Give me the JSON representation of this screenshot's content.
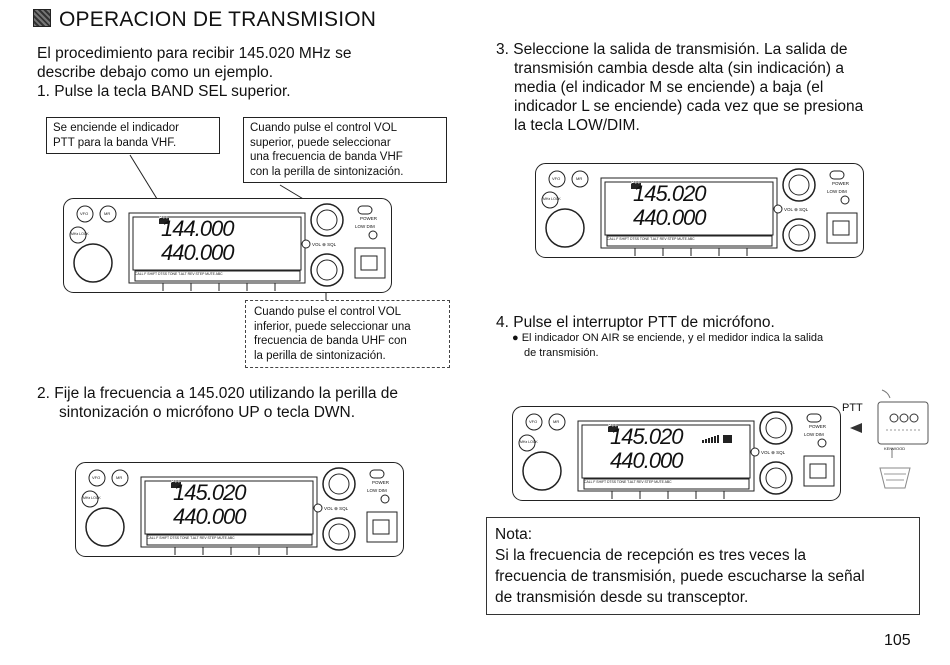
{
  "title": "OPERACION DE TRANSMISION",
  "intro": [
    "El procedimiento para recibir 145.020 MHz se",
    "describe debajo como un ejemplo."
  ],
  "step1": "1.  Pulse la tecla BAND SEL superior.",
  "callout_vhf_indicator": [
    "Se enciende el indicador",
    "PTT para la banda VHF."
  ],
  "callout_vol_upper": [
    "Cuando pulse el control VOL",
    "superior, puede seleccionar",
    "una frecuencia de banda VHF",
    "con la perilla de sintonización."
  ],
  "callout_vol_lower": [
    "Cuando pulse el control VOL",
    "inferior, puede seleccionar una",
    "frecuencia de banda UHF con",
    "la perilla de sintonización."
  ],
  "step2": [
    "2.  Fije la frecuencia a 145.020 utilizando la perilla de",
    "sintonización o micrófono UP o tecla DWN."
  ],
  "step3": [
    "3.  Seleccione la salida de transmisión. La salida de",
    "transmisión cambia desde alta (sin indicación) a",
    "media (el indicador M se enciende) a baja (el",
    "indicador L se enciende) cada vez que se presiona",
    "la tecla LOW/DIM."
  ],
  "step4": "4.  Pulse el interruptor PTT de micrófono.",
  "step4_note": [
    "El indicador ON AIR se enciende, y el medidor indica la salida",
    "de transmisión."
  ],
  "nota": {
    "heading": "Nota:",
    "lines": [
      "Si la frecuencia de recepción es tres veces la",
      "frecuencia de transmisión, puede escucharse la señal",
      "de transmisión desde su transceptor."
    ]
  },
  "page_number": "105",
  "radio": {
    "ptt_badge": "PTT",
    "freq_a_1": "144.000",
    "freq_b_1": "440.000",
    "freq_a_2": "145.020",
    "freq_b_2": "440.000",
    "key_labels": "CALL   F   SHIFT DTSS  TONE T.ALT  REV STEP  MUTE ABC",
    "power_label": "POWER",
    "low_dim_label": "LOW DIM",
    "vol_sql_label": "VOL ⊕ SQL",
    "vfo_label": "VFO",
    "mr_label": "MR",
    "mhz_label": "MHz LOCK",
    "kenwood_label": "KENWOOD",
    "ptt_mic_label": "PTT"
  }
}
